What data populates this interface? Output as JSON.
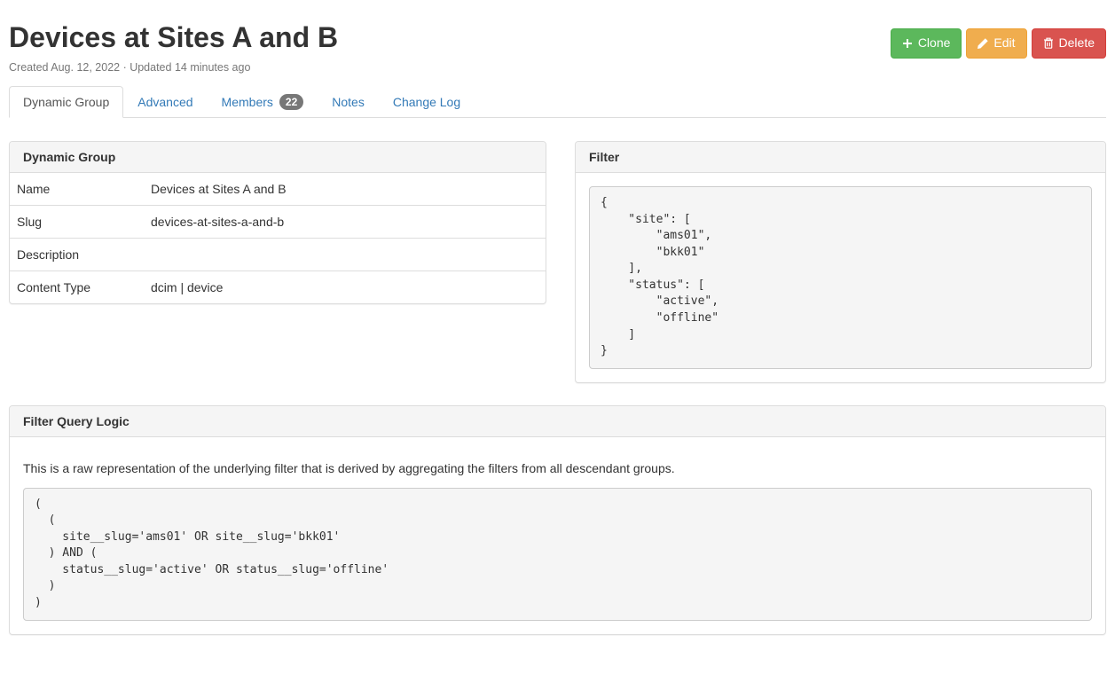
{
  "page": {
    "title": "Devices at Sites A and B",
    "meta": "Created Aug. 12, 2022 · Updated 14 minutes ago"
  },
  "actions": {
    "clone_label": "Clone",
    "edit_label": "Edit",
    "delete_label": "Delete"
  },
  "colors": {
    "clone_button": "#5cb85c",
    "edit_button": "#f0ad4e",
    "delete_button": "#d9534f",
    "tab_link": "#337ab7",
    "panel_heading_bg": "#f5f5f5",
    "panel_border": "#ddd",
    "code_bg": "#f5f5f5",
    "code_border": "#ccc",
    "muted_text": "#777"
  },
  "tabs": [
    {
      "label": "Dynamic Group",
      "active": true
    },
    {
      "label": "Advanced",
      "active": false
    },
    {
      "label": "Members",
      "badge": "22",
      "active": false
    },
    {
      "label": "Notes",
      "active": false
    },
    {
      "label": "Change Log",
      "active": false
    }
  ],
  "dynamic_group_panel": {
    "title": "Dynamic Group",
    "rows": [
      {
        "label": "Name",
        "value": "Devices at Sites A and B"
      },
      {
        "label": "Slug",
        "value": "devices-at-sites-a-and-b"
      },
      {
        "label": "Description",
        "value": ""
      },
      {
        "label": "Content Type",
        "value": "dcim | device"
      }
    ]
  },
  "filter_panel": {
    "title": "Filter",
    "code": "{\n    \"site\": [\n        \"ams01\",\n        \"bkk01\"\n    ],\n    \"status\": [\n        \"active\",\n        \"offline\"\n    ]\n}"
  },
  "filter_query_logic_panel": {
    "title": "Filter Query Logic",
    "description": "This is a raw representation of the underlying filter that is derived by aggregating the filters from all descendant groups.",
    "code": "(\n  (\n    site__slug='ams01' OR site__slug='bkk01'\n  ) AND (\n    status__slug='active' OR status__slug='offline'\n  )\n)"
  }
}
